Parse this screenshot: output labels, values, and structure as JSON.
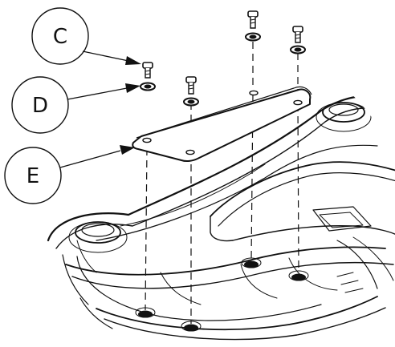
{
  "callouts": {
    "c": "C",
    "d": "D",
    "e": "E"
  },
  "colors": {
    "ink": "#111111",
    "background": "#ffffff"
  }
}
